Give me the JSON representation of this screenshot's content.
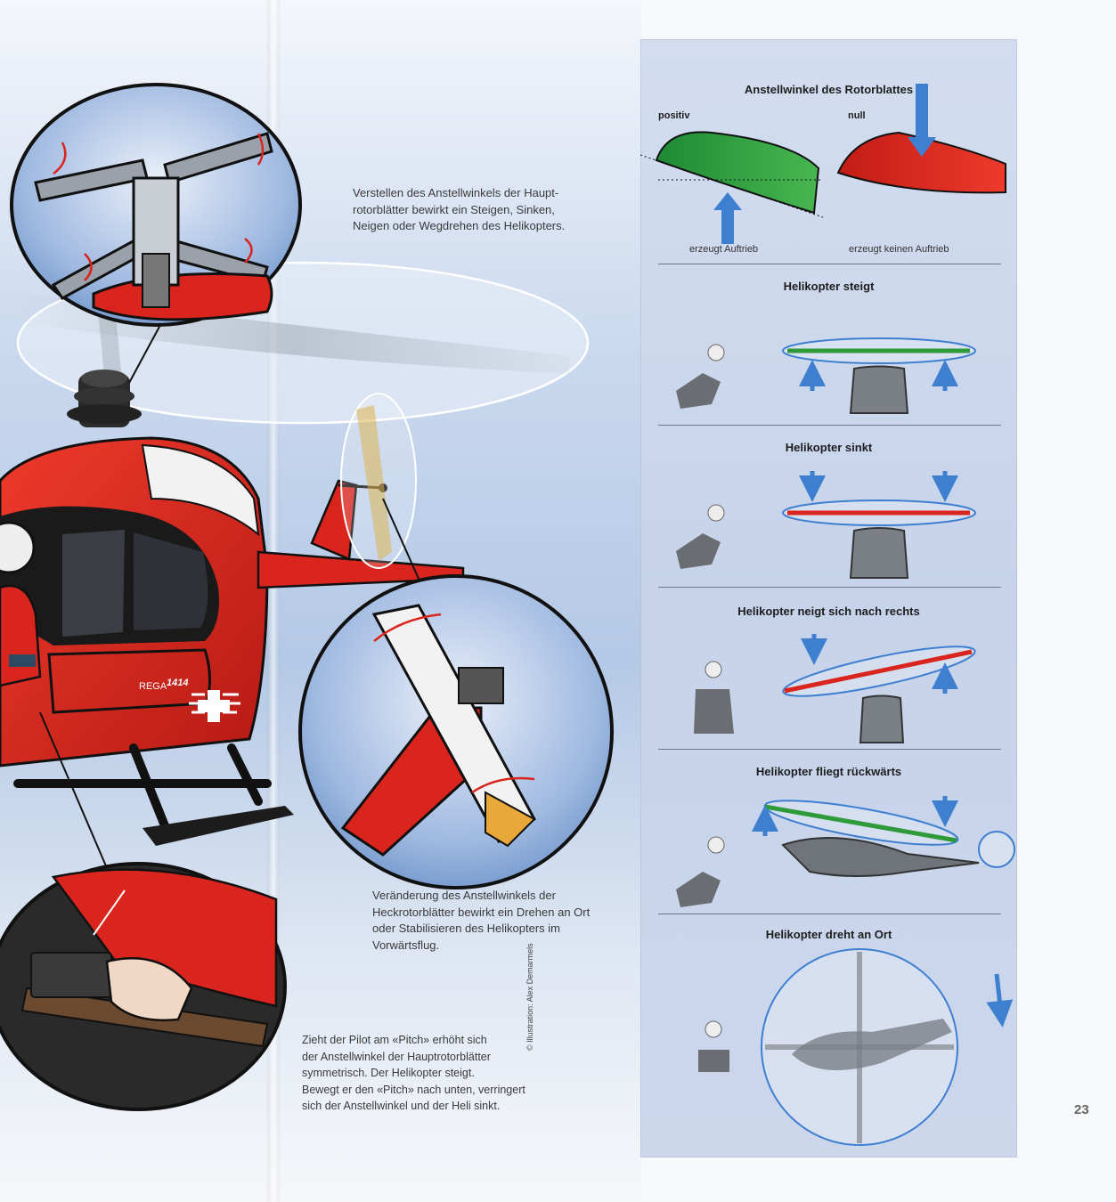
{
  "captions": {
    "main_rotor": "Verstellen des Anstellwinkels der Haupt-\nrotorblätter bewirkt ein Steigen, Sinken,\nNeigen oder Wegdrehen des Helikopters.",
    "tail_rotor": "Veränderung des Anstellwinkels der\nHeckrotorblätter bewirkt ein Drehen an Ort\noder Stabilisieren des Helikopters im\nVorwärtsflug.",
    "pitch": "Zieht der Pilot am «Pitch» erhöht sich\nder Anstellwinkel der Hauptrotorblätter\nsymmetrisch. Der Helikopter steigt.\nBewegt er den «Pitch» nach unten, verringert\nsich der Anstellwinkel und der Heli sinkt."
  },
  "helicopter": {
    "registration_prefix": "REGA",
    "registration_number": "1414"
  },
  "panel": {
    "angle_title": "Anstellwinkel des Rotorblattes",
    "positive_label": "positiv",
    "null_label": "null",
    "lift_text": "erzeugt Auftrieb",
    "no_lift_text": "erzeugt keinen Auftrieb",
    "sections": [
      {
        "title": "Helikopter steigt"
      },
      {
        "title": "Helikopter sinkt"
      },
      {
        "title": "Helikopter neigt sich nach rechts"
      },
      {
        "title": "Helikopter fliegt rückwärts"
      },
      {
        "title": "Helikopter dreht an Ort"
      }
    ]
  },
  "credit": "© Illustration: Alex Demarmels",
  "page_number": "23",
  "colors": {
    "rega_red": "#d9251d",
    "blade_green": "#2e9a3a",
    "arrow_blue": "#3f7fd0",
    "panel_blue": "#c9d5eb",
    "pilot_grey": "#6a6d72"
  }
}
